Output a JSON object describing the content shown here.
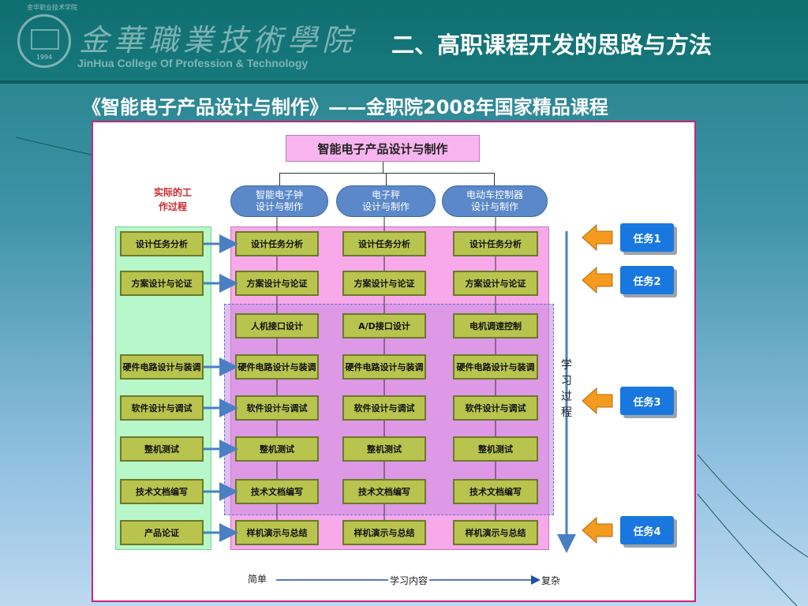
{
  "header": {
    "logo_small_text": "金华职业技术学院",
    "logo_year": "1994",
    "logo_chinese": "金華職業技術學院",
    "logo_english": "JinHua College Of Profession & Technology",
    "slide_title": "二、高职课程开发的思路与方法"
  },
  "subtitle": "《智能电子产品设计与制作》——金职院2008年国家精品课程",
  "diagram": {
    "top_title": "智能电子产品设计与制作",
    "left_label": "实际的工\n作过程",
    "columns": [
      {
        "title": "智能电子钟\n设计与制作"
      },
      {
        "title": "电子秤\n设计与制作"
      },
      {
        "title": "电动车控制器\n设计与制作"
      }
    ],
    "left_cells": [
      "设计任务分析",
      "方案设计与论证",
      "硬件电路设计与装调",
      "软件设计与调试",
      "整机测试",
      "技术文档编写",
      "产品论证"
    ],
    "rows": [
      [
        "设计任务分析",
        "设计任务分析",
        "设计任务分析"
      ],
      [
        "方案设计与论证",
        "方案设计与论证",
        "方案设计与论证"
      ],
      [
        "人机接口设计",
        "A/D接口设计",
        "电机调速控制"
      ],
      [
        "硬件电路设计与装调",
        "硬件电路设计与装调",
        "硬件电路设计与装调"
      ],
      [
        "软件设计与调试",
        "软件设计与调试",
        "软件设计与调试"
      ],
      [
        "整机测试",
        "整机测试",
        "整机测试"
      ],
      [
        "技术文档编写",
        "技术文档编写",
        "技术文档编写"
      ],
      [
        "样机演示与总结",
        "样机演示与总结",
        "样机演示与总结"
      ]
    ],
    "process_label": "学\n习\n过\n程",
    "tasks": [
      "任务1",
      "任务2",
      "任务3",
      "任务4"
    ],
    "bottom": {
      "simple": "简单",
      "content": "学习内容",
      "complex": "复杂"
    },
    "colors": {
      "arrow": "#4a7fc4",
      "task_arrow": "#f39a1f",
      "task_box": "#1978e0"
    }
  }
}
